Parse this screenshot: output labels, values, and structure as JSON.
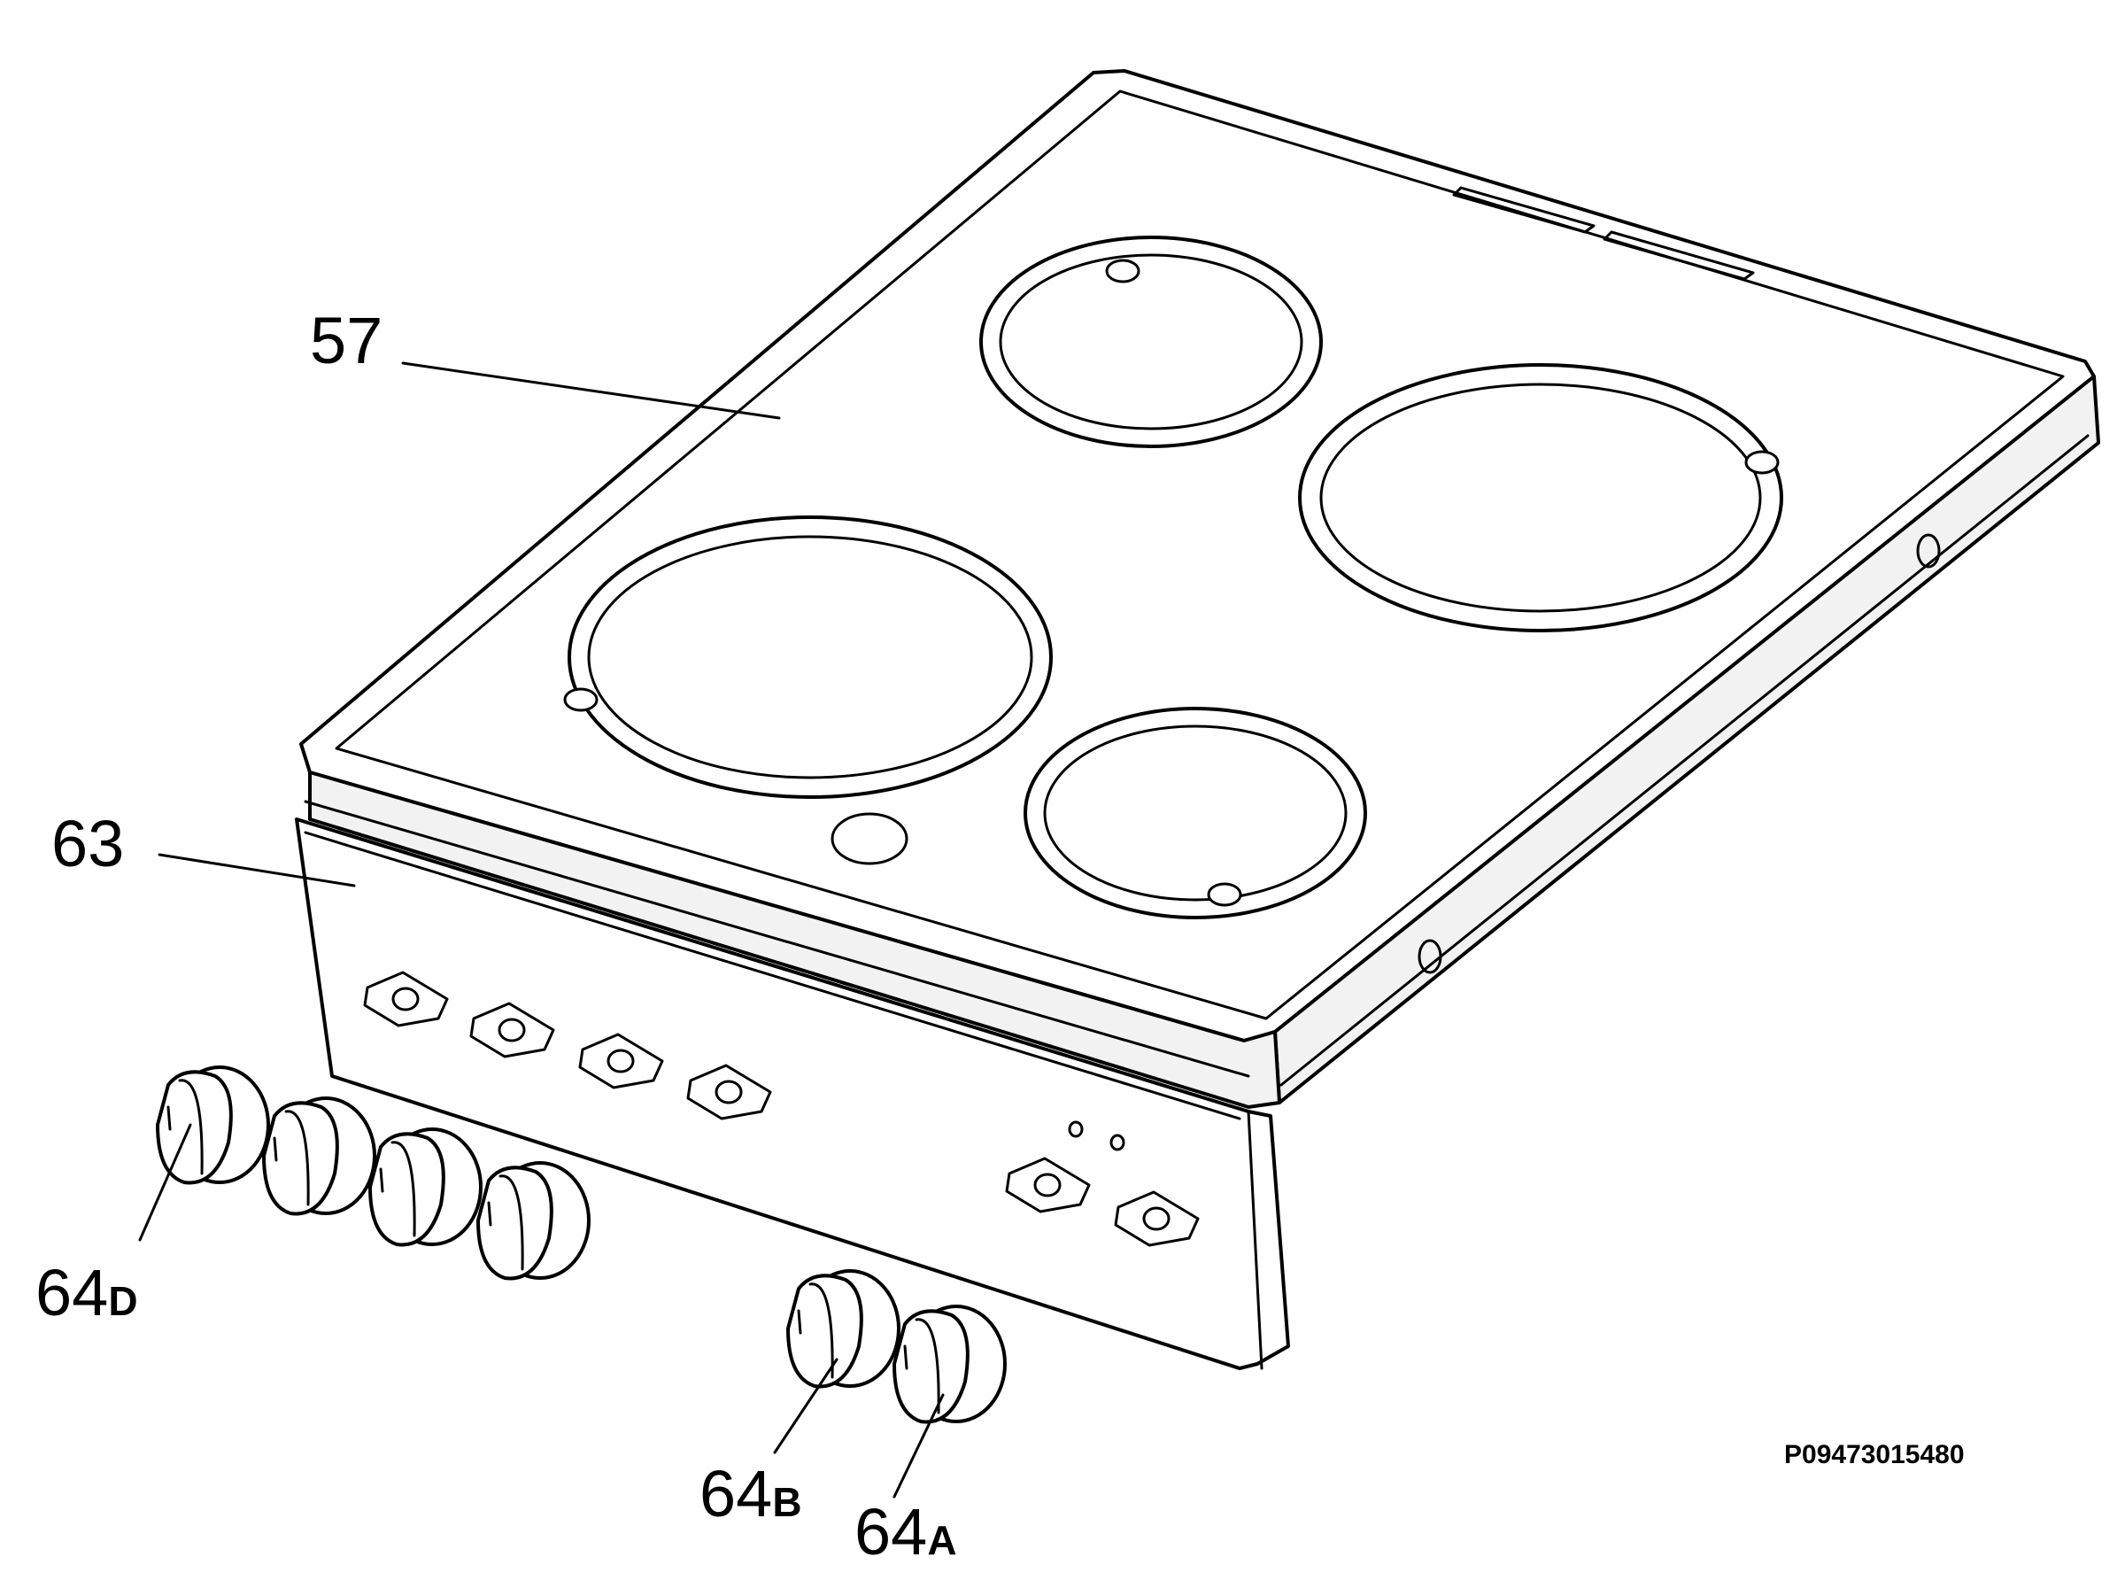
{
  "callouts": {
    "c57": {
      "number": "57"
    },
    "c63": {
      "number": "63"
    },
    "c64d": {
      "number": "64",
      "suffix": "D"
    },
    "c64b": {
      "number": "64",
      "suffix": "B"
    },
    "c64a": {
      "number": "64",
      "suffix": "A"
    }
  },
  "reference_code": "P09473015480",
  "colors": {
    "line": "#000000",
    "background": "#ffffff"
  }
}
